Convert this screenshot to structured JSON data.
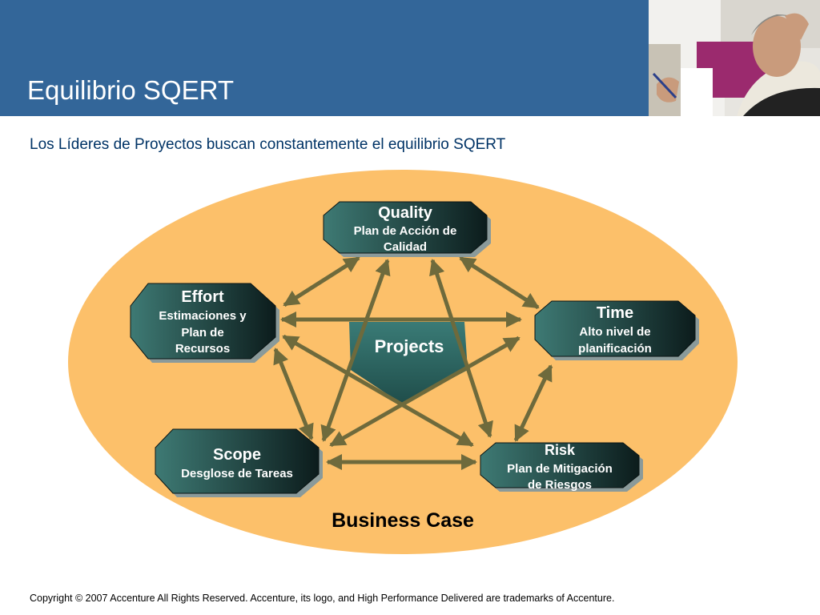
{
  "slide": {
    "title": "Equilibrio SQERT",
    "subtitle": "Los Líderes de Proyectos buscan constantemente el equilibrio SQERT",
    "copyright": "Copyright © 2007 Accenture All Rights Reserved. Accenture, its logo, and High Performance Delivered are trademarks of Accenture."
  },
  "colors": {
    "header": "#336699",
    "ellipse": "#fcc06a",
    "arrow": "#6e6a3c",
    "box_dark": "#0c1c1c",
    "box_light": "#3e7a74",
    "center": "#2f6a66"
  },
  "diagram": {
    "center": "Projects",
    "footer": "Business Case",
    "nodes": {
      "quality": {
        "title": "Quality",
        "lines": [
          "Plan de Acción de",
          "Calidad"
        ]
      },
      "effort": {
        "title": "Effort",
        "lines": [
          "Estimaciones y",
          "Plan de",
          "Recursos"
        ]
      },
      "time": {
        "title": "Time",
        "lines": [
          "Alto nivel de",
          "planificación"
        ]
      },
      "scope": {
        "title": "Scope",
        "lines": [
          "Desglose de Tareas"
        ]
      },
      "risk": {
        "title": "Risk",
        "lines": [
          "Plan de Mitigación",
          "de Riesgos"
        ]
      }
    }
  }
}
